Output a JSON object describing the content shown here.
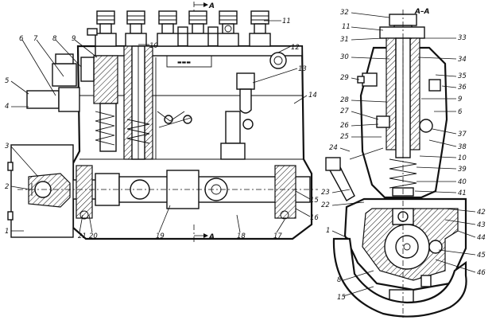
{
  "section_marks": [
    "A",
    "A",
    "A–A"
  ],
  "left_view_labels": [
    "11",
    "10",
    "12",
    "6",
    "7",
    "8",
    "9",
    "13",
    "5",
    "14",
    "4",
    "3",
    "2",
    "1",
    "21",
    "20",
    "19",
    "18",
    "17",
    "16",
    "15"
  ],
  "right_view_labels": [
    "32",
    "11",
    "31",
    "30",
    "29",
    "28",
    "27",
    "26",
    "25",
    "24",
    "23",
    "22",
    "1",
    "8",
    "15",
    "33",
    "34",
    "35",
    "36",
    "9",
    "6",
    "37",
    "38",
    "10",
    "39",
    "40",
    "41",
    "42",
    "43",
    "44",
    "45",
    "46"
  ]
}
